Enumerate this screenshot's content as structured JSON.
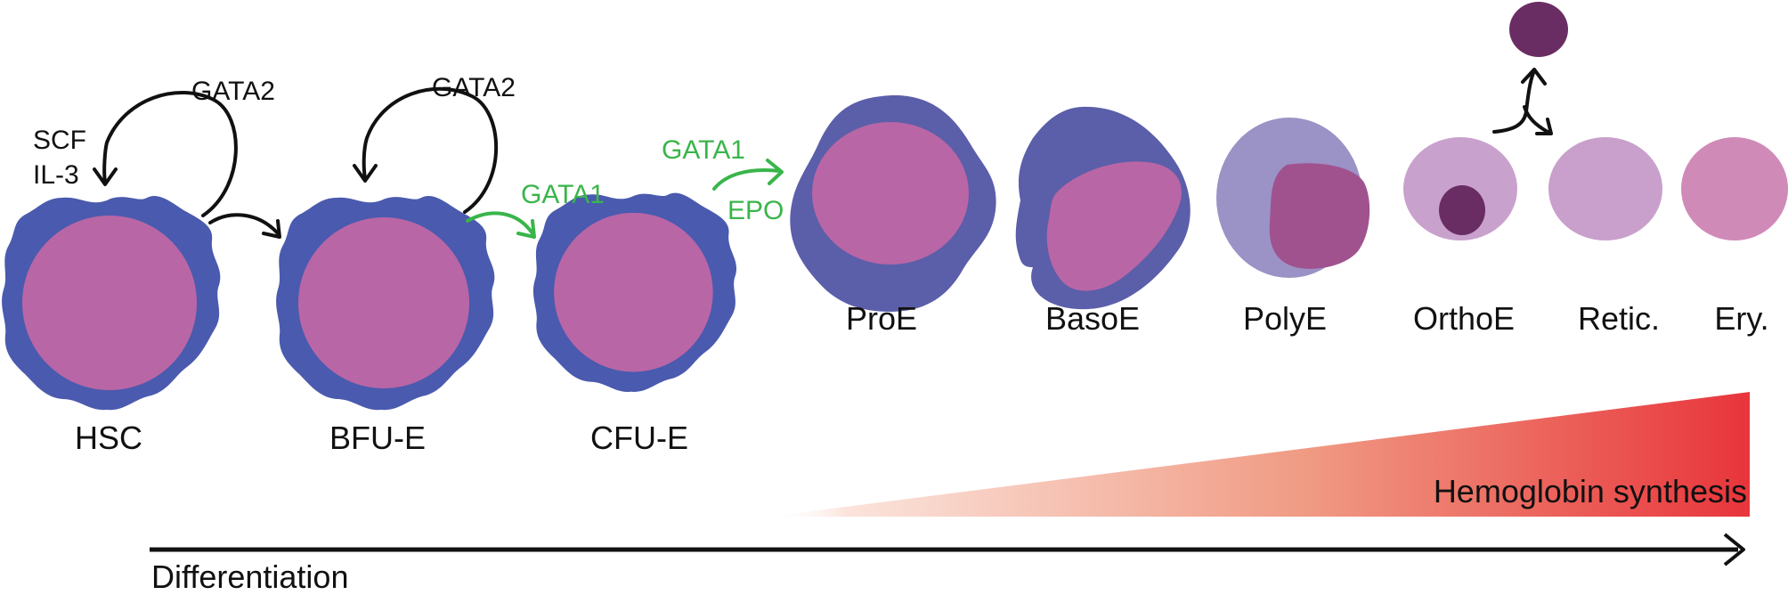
{
  "stages": {
    "hsc": "HSC",
    "bfue": "BFU-E",
    "cfue": "CFU-E",
    "proe": "ProE",
    "basoe": "BasoE",
    "polye": "PolyE",
    "orthoe": "OrthoE",
    "retic": "Retic.",
    "ery": "Ery."
  },
  "factors": {
    "scf": "SCF",
    "il3": "IL-3",
    "gata2_a": "GATA2",
    "gata2_b": "GATA2",
    "gata1_a": "GATA1",
    "gata1_b": "GATA1",
    "epo": "EPO"
  },
  "gradient_label": "Hemoglobin synthesis",
  "axis_label": "Differentiation",
  "colors": {
    "membrane_blue": "#4a5aae",
    "nucleus_magenta": "#b966a6",
    "proe_cytoplasm": "#5b5ea9",
    "polye_cytoplasm": "#9b92c6",
    "polye_nucleus": "#a0528f",
    "orthoe_cytoplasm": "#c9a1cd",
    "dark_nucleus": "#6a2d63",
    "retic_fill": "#c8a0cb",
    "ery_fill": "#d08ab8",
    "green_factor": "#39b54a",
    "gradient_start": "#fde8e2",
    "gradient_end": "#e8353b"
  }
}
